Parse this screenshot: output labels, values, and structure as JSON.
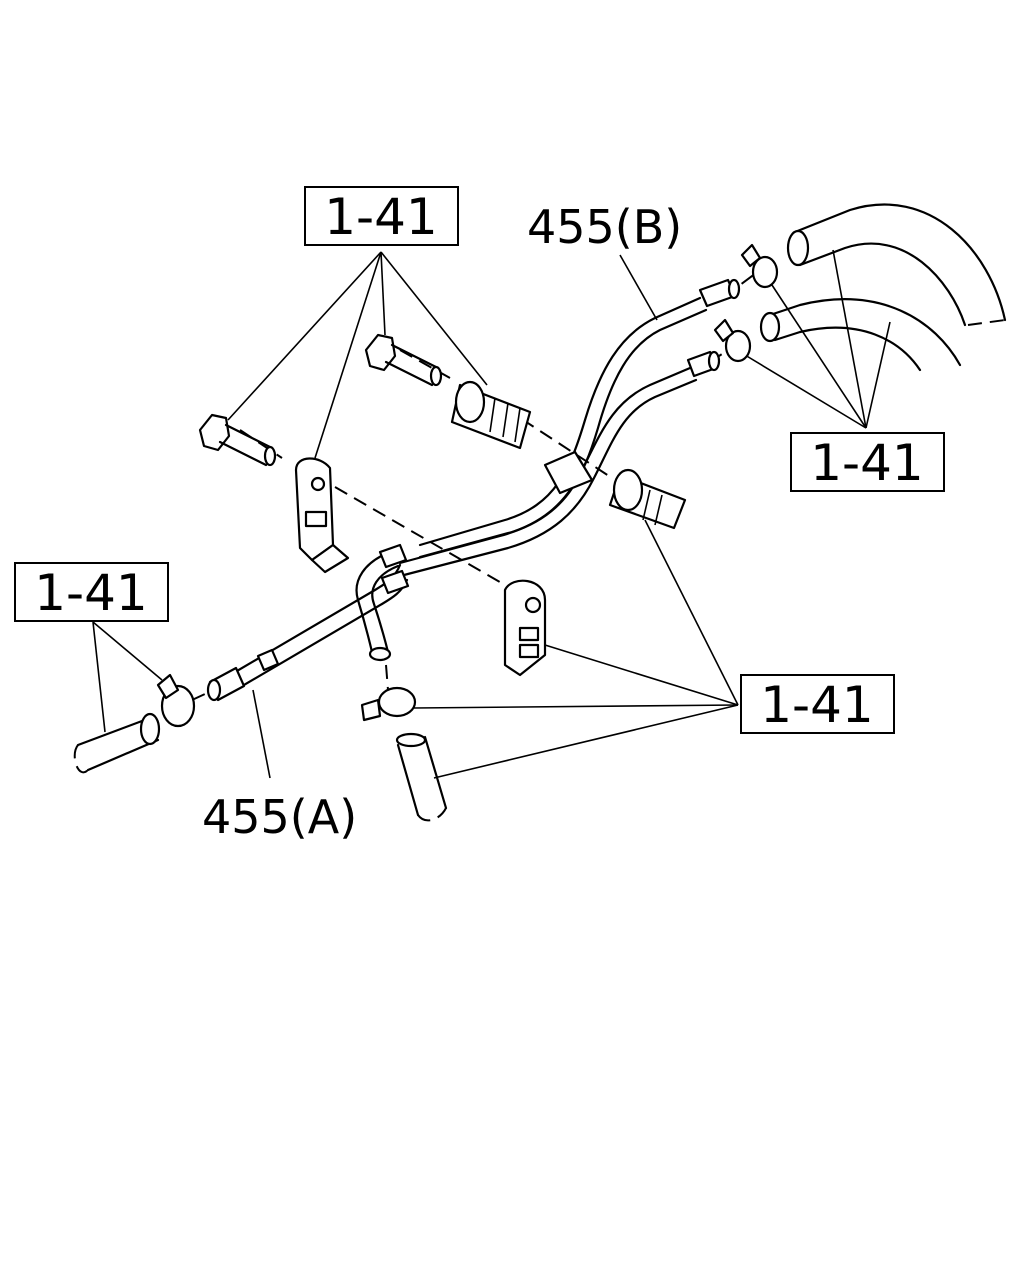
{
  "refs": {
    "top_left": "1-41",
    "right": "1-41",
    "left": "1-41",
    "bottom_right": "1-41"
  },
  "parts": {
    "pipe_b": "455(B)",
    "pipe_a": "455(A)"
  }
}
